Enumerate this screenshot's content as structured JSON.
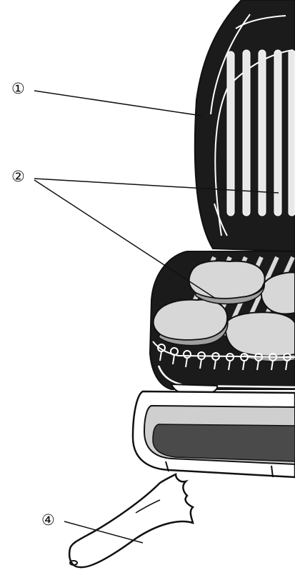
{
  "callouts": {
    "c1": "①",
    "c2": "②",
    "c4": "④"
  },
  "colors": {
    "ink": "#111111",
    "body": "#1b1b1b",
    "white": "#ffffff",
    "patty": "#d7d7d7",
    "tray": "#cfcfcf",
    "tray_dark": "#4a4a4a"
  },
  "icons": {
    "grill": "contact-grill-illustration",
    "spatula": "spatula-illustration"
  }
}
